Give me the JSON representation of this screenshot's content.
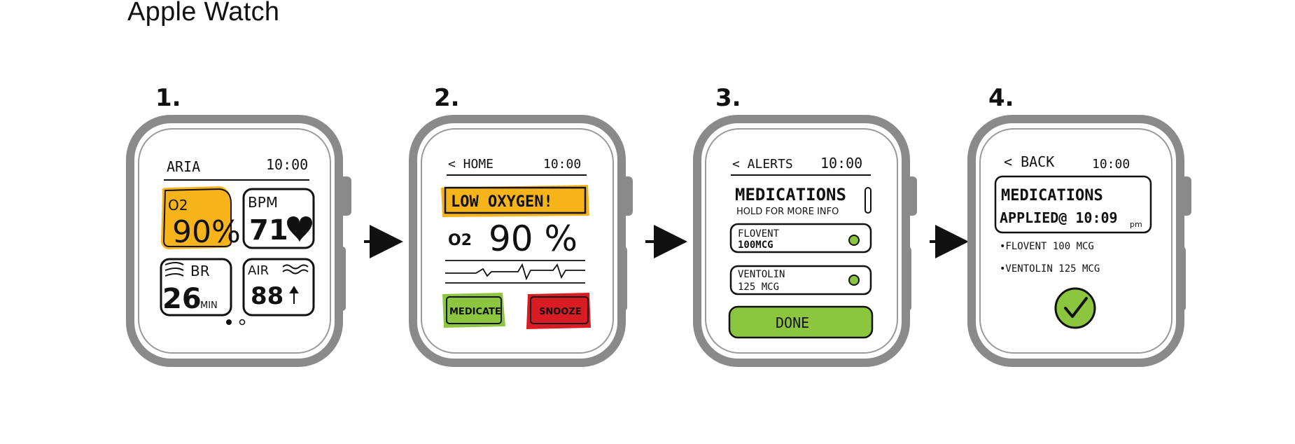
{
  "title": "Apple Watch",
  "steps": [
    {
      "number": "1.",
      "header": {
        "left": "ARIA",
        "time": "10:00"
      },
      "tiles": [
        {
          "top": "O2",
          "value": "90%",
          "color": "#f6b41a"
        },
        {
          "top": "BPM",
          "value": "71",
          "icon": "heart-icon"
        },
        {
          "top": "BR",
          "value": "26",
          "unit": "MIN",
          "icon": "wind-icon"
        },
        {
          "top": "AIR",
          "value": "88",
          "icon": "wave-icon",
          "trend_icon": "arrow-up-icon"
        }
      ]
    },
    {
      "number": "2.",
      "header": {
        "left": "< HOME",
        "time": "10:00"
      },
      "alert": "LOW OXYGEN!",
      "reading_label": "O2",
      "reading_value": "90 %",
      "buttons": [
        {
          "label": "MEDICATE",
          "color": "#8cc63f"
        },
        {
          "label": "SNOOZE",
          "color": "#d91c24"
        }
      ]
    },
    {
      "number": "3.",
      "header": {
        "left": "< ALERTS",
        "time": "10:00"
      },
      "heading": "MEDICATIONS",
      "subheading": "HOLD FOR MORE INFO",
      "items": [
        {
          "line1": "FLOVENT",
          "line2": "100MCG"
        },
        {
          "line1": "VENTOLIN",
          "line2": "125 MCG"
        }
      ],
      "done_label": "DONE"
    },
    {
      "number": "4.",
      "header": {
        "left": "< BACK",
        "time": "10:00"
      },
      "confirm_line1": "MEDICATIONS",
      "confirm_line2": "APPLIED@ 10:09",
      "confirm_suffix": "pm",
      "list": [
        "•FLOVENT  100 MCG",
        "•VENTOLIN 125 MCG"
      ],
      "check_icon": "check-circle-icon"
    }
  ],
  "colors": {
    "frame": "#8a8a8a",
    "orange": "#f6b41a",
    "green": "#8cc63f",
    "red": "#d91c24",
    "ink": "#111111"
  }
}
